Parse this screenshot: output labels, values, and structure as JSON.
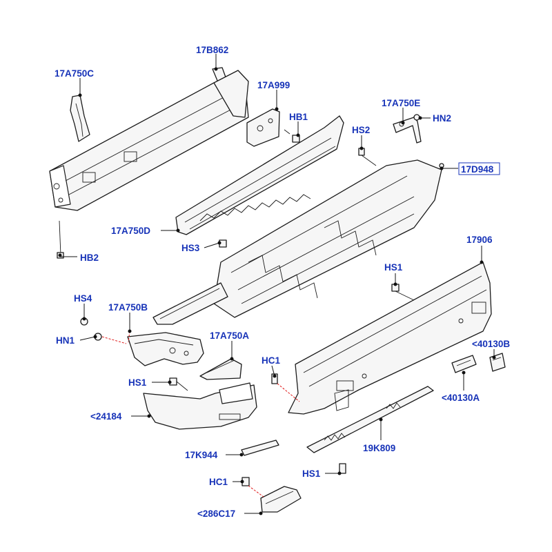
{
  "diagram": {
    "label_color": "#1733b8",
    "red_line_color": "#e01818",
    "callouts": {
      "c17B862": "17B862",
      "c17A750C": "17A750C",
      "c17A999": "17A999",
      "cHB1": "HB1",
      "c17A750E": "17A750E",
      "cHN2": "HN2",
      "cHS2_top": "HS2",
      "c17D948": "17D948",
      "c17A750D": "17A750D",
      "cHS3": "HS3",
      "cHB2": "HB2",
      "c17906": "17906",
      "cHS1_right": "HS1",
      "cHS4": "HS4",
      "c17A750B": "17A750B",
      "cHN1": "HN1",
      "c17A750A": "17A750A",
      "cHC1_mid": "HC1",
      "c40130B": "<40130B",
      "cHS1_left": "HS1",
      "c40130A": "<40130A",
      "c24184": "<24184",
      "c19K809": "19K809",
      "c17K944": "17K944",
      "cHS1_bottom": "HS1",
      "cHC1_bottom": "HC1",
      "c286C17": "<286C17"
    }
  }
}
